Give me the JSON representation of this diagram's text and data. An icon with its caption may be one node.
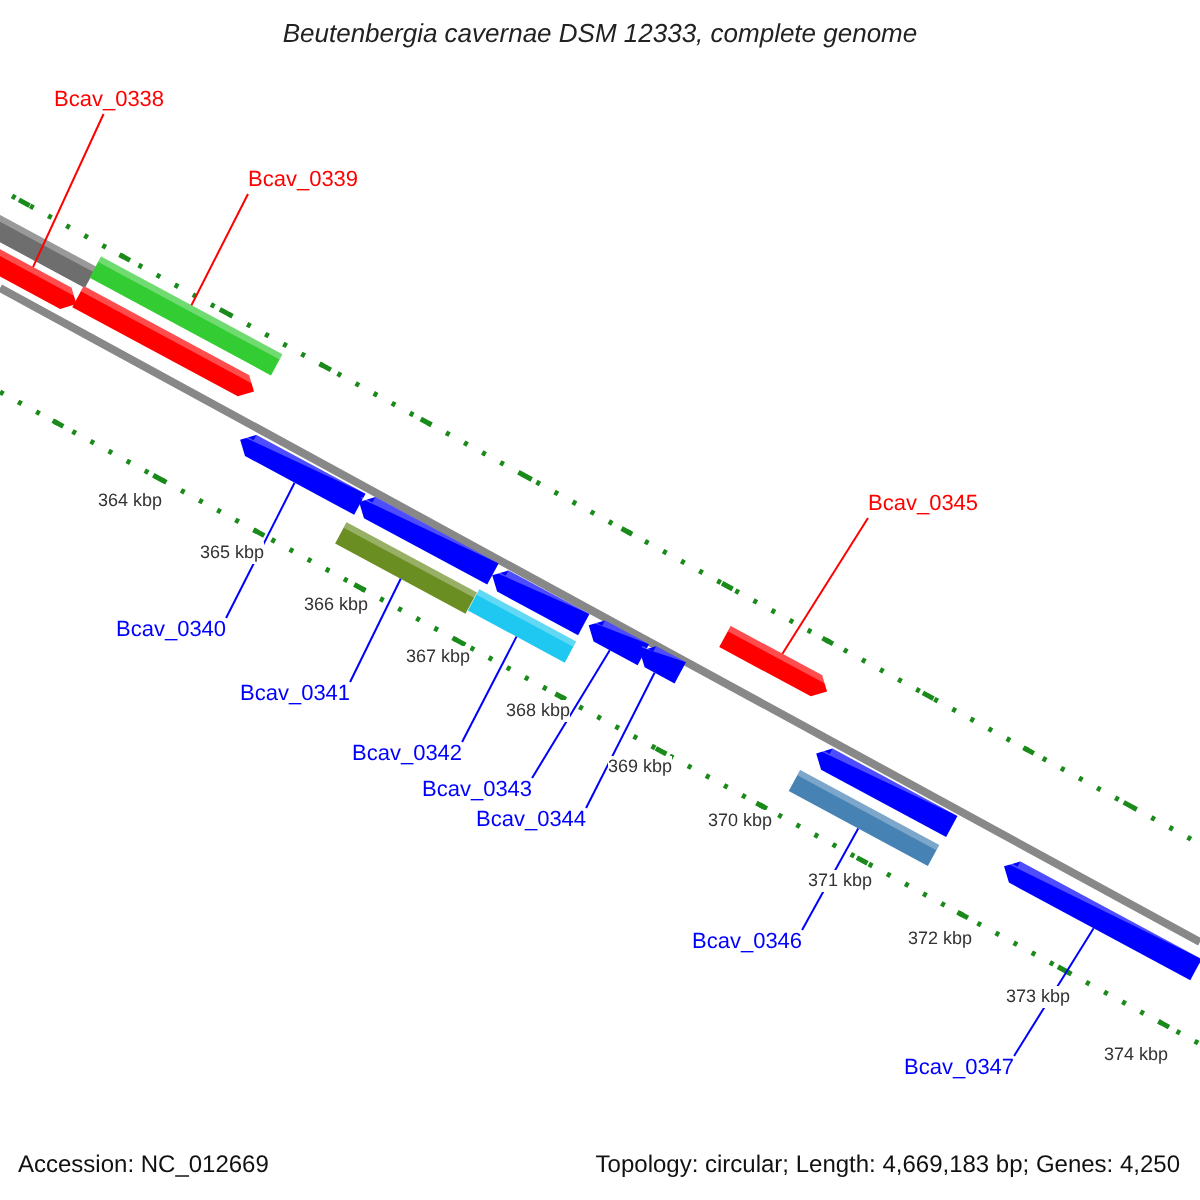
{
  "diagram": {
    "title": "Beutenbergia cavernae DSM 12333, complete genome",
    "nodes": [
      {
        "text": [
          "Bcav_0338"
        ]
      },
      {
        "text": [
          "Bcav_0339"
        ]
      },
      {
        "text": [
          "Bcav_0345"
        ]
      },
      {
        "text": [
          "Bcav_0340"
        ]
      },
      {
        "text": [
          "Bcav_0341"
        ]
      },
      {
        "text": [
          "Bcav_0342"
        ]
      },
      {
        "text": [
          "Bcav_0343"
        ]
      },
      {
        "text": [
          "Bcav_0344"
        ]
      },
      {
        "text": [
          "Bcav_0346"
        ]
      },
      {
        "text": [
          "Bcav_0347"
        ]
      },
      {
        "text": [],
        "shape": "bar"
      },
      {
        "text": [],
        "shape": "bar"
      },
      {
        "text": [],
        "shape": "bar"
      },
      {
        "text": [],
        "shape": "bar"
      },
      {
        "text": [],
        "shape": "bar"
      },
      {
        "text": [],
        "shape": "bar"
      },
      {
        "text": [],
        "shape": "bar"
      },
      {
        "text": [],
        "shape": "bar"
      },
      {
        "text": [],
        "shape": "bar"
      },
      {
        "text": [],
        "shape": "bar"
      },
      {
        "text": [],
        "shape": "bar"
      },
      {
        "text": [],
        "shape": "bar"
      },
      {
        "text": [],
        "shape": "bar"
      },
      {
        "text": [],
        "shape": "bar"
      },
      {
        "text": [],
        "shape": "bar"
      }
    ],
    "edges": [
      {
        "from": 0,
        "to": 11,
        "arrow": "none",
        "color": "#ff0000"
      },
      {
        "from": 1,
        "to": 12,
        "arrow": "none",
        "color": "#ff0000"
      },
      {
        "from": 2,
        "to": 21,
        "arrow": "none",
        "color": "#ff0000"
      },
      {
        "from": 3,
        "to": 14,
        "arrow": "none"
      },
      {
        "from": 4,
        "to": 15,
        "arrow": "none"
      },
      {
        "from": 5,
        "to": 18,
        "arrow": "none"
      },
      {
        "from": 6,
        "to": 19,
        "arrow": "none"
      },
      {
        "from": 7,
        "to": 20,
        "arrow": "none"
      },
      {
        "from": 8,
        "to": 22,
        "arrow": "none"
      },
      {
        "from": 9,
        "to": 24,
        "arrow": "none"
      }
    ],
    "labels": [
      "364 kbp",
      "365 kbp",
      "366 kbp",
      "367 kbp",
      "368 kbp",
      "369 kbp",
      "370 kbp",
      "371 kbp",
      "372 kbp",
      "373 kbp",
      "374 kbp",
      "Accession: NC_012669",
      "Topology: circular; Length: 4,669,183 bp; Genes: 4,250"
    ]
  }
}
